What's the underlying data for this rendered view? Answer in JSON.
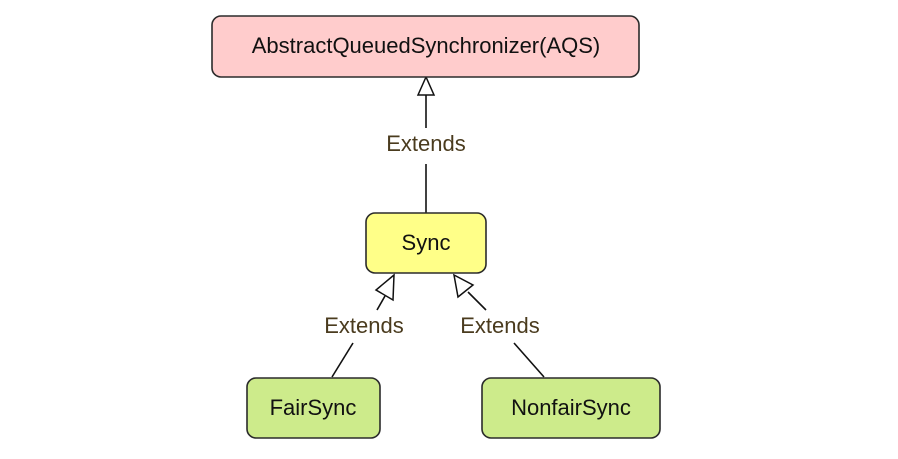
{
  "nodes": {
    "aqs": {
      "label": "AbstractQueuedSynchronizer(AQS)",
      "fill": "#ffcccc"
    },
    "sync": {
      "label": "Sync",
      "fill": "#ffff88"
    },
    "fair": {
      "label": "FairSync",
      "fill": "#cdeb8b"
    },
    "nonfair": {
      "label": "NonfairSync",
      "fill": "#cdeb8b"
    }
  },
  "edges": {
    "sync_aqs": {
      "label": "Extends"
    },
    "fair_sync": {
      "label": "Extends"
    },
    "nonfair_sync": {
      "label": "Extends"
    }
  },
  "colors": {
    "border": "#2b2b2b",
    "edge_label": "#4a3b1e"
  }
}
